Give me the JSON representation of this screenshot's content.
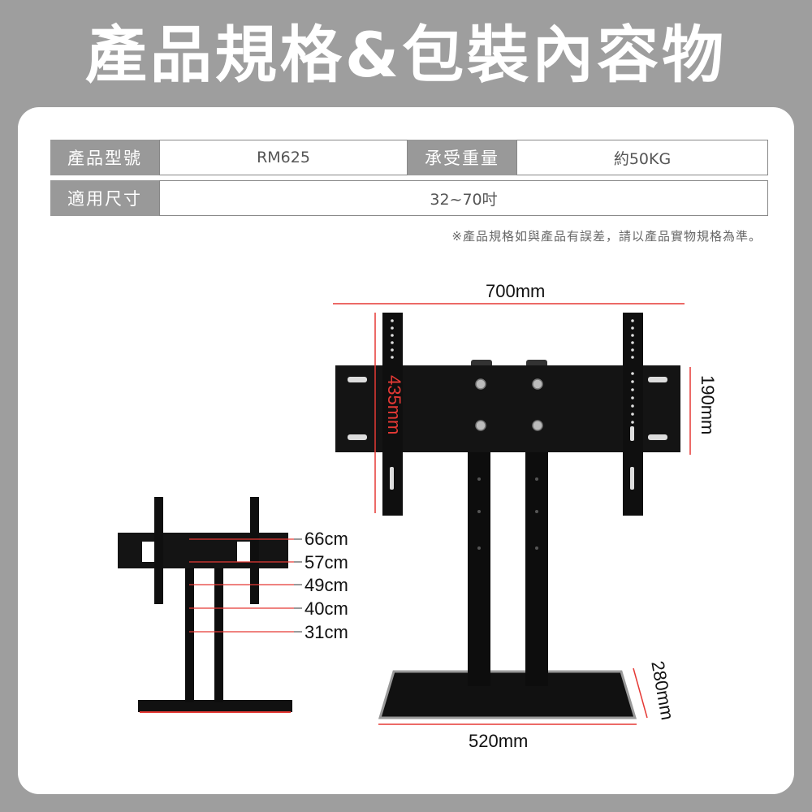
{
  "title": "產品規格&包裝內容物",
  "specs": {
    "model_label": "產品型號",
    "model_value": "RM625",
    "load_label": "承受重量",
    "load_value": "約50KG",
    "size_label": "適用尺寸",
    "size_value": "32~70吋"
  },
  "note": "※產品規格如與產品有誤差，請以產品實物規格為準。",
  "dimensions": {
    "width_top": "700mm",
    "height_total": "435mm",
    "plate_height": "190mm",
    "base_depth": "280mm",
    "base_width": "520mm"
  },
  "heights": [
    "66cm",
    "57cm",
    "49cm",
    "40cm",
    "31cm"
  ],
  "colors": {
    "accent": "#e53935",
    "background": "#9e9e9e",
    "label_bg": "#999999"
  }
}
